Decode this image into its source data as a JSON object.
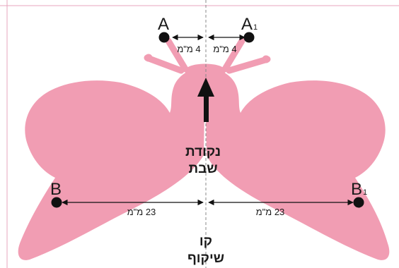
{
  "points": {
    "A": "A",
    "A1_base": "A",
    "A1_sub": "1",
    "B": "B",
    "B1_base": "B",
    "B1_sub": "1"
  },
  "distances": {
    "left_small": "4 מ\"מ",
    "right_small": "4 מ\"מ",
    "left_large": "23 מ\"מ",
    "right_large": "23 מ\"מ"
  },
  "labels": {
    "rest_point_line1": "נקודת",
    "rest_point_line2": "שבת",
    "symmetry_line1": "קו",
    "symmetry_line2": "שיקוף"
  },
  "colors": {
    "shape_fill": "#f19db3",
    "frame": "#e7a6bc",
    "ink": "#111111"
  }
}
